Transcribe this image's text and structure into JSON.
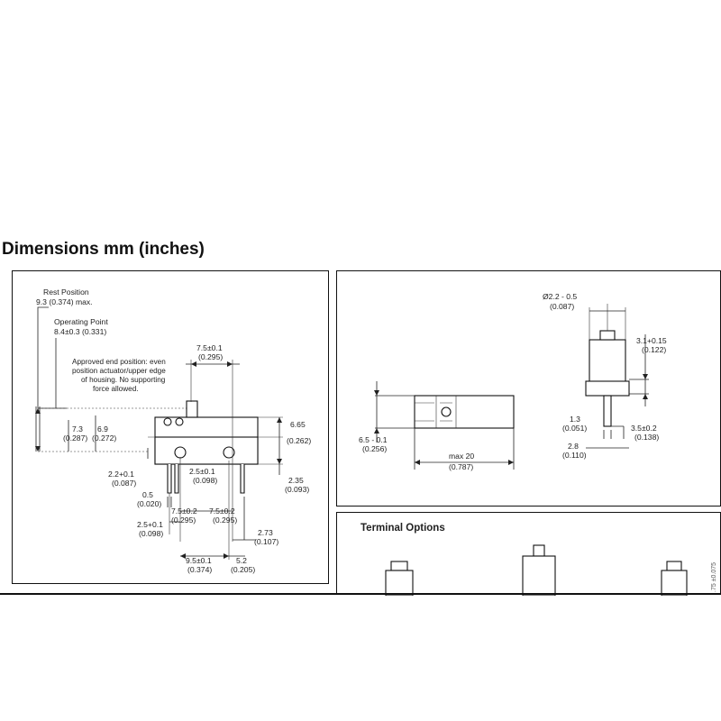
{
  "heading": "Dimensions mm (inches)",
  "side_view": {
    "rest_position": "Rest Position",
    "rest_value": "9.3 (0.374) max.",
    "operating_point": "Operating Point",
    "operating_value": "8.4±0.3 (0.331)",
    "note": [
      "Approved end position: even",
      "position actuator/upper edge",
      "of housing.  No supporting",
      "force allowed."
    ],
    "dims": {
      "d1_a": "7.5±0.1",
      "d1_b": "(0.295)",
      "d2_a": "7.3",
      "d2_b": "(0.287)",
      "d3_a": "6.9",
      "d3_b": "(0.272)",
      "d4_a": "6.65",
      "d4_b": "(0.262)",
      "d5_a": "2.2+0.1",
      "d5_b": "(0.087)",
      "d6_a": "2.5±0.1",
      "d6_b": "(0.098)",
      "d7_a": "2.35",
      "d7_b": "(0.093)",
      "d8_a": "0.5",
      "d8_b": "(0.020)",
      "d9_a": "7.5±0.2",
      "d9_b": "(0.295)",
      "d10_a": "7.5±0.2",
      "d10_b": "(0.295)",
      "d11_a": "2.5+0.1",
      "d11_b": "(0.098)",
      "d12_a": "2.73",
      "d12_b": "(0.107)",
      "d13_a": "9.5±0.1",
      "d13_b": "(0.374)",
      "d14_a": "5.2",
      "d14_b": "(0.205)"
    }
  },
  "front_view": {
    "dims": {
      "e1_a": "Ø2.2 - 0.5",
      "e1_b": "(0.087)",
      "e2_a": "3.1+0.15",
      "e2_b": "(0.122)",
      "e3_a": "6.5 - 0.1",
      "e3_b": "(0.256)",
      "e4_a": "1.3",
      "e4_b": "(0.051)",
      "e5_a": "3.5±0.2",
      "e5_b": "(0.138)",
      "e6_a": "2.8",
      "e6_b": "(0.110)",
      "e7_a": "max 20",
      "e7_b": "(0.787)"
    }
  },
  "terminal_options": {
    "title": "Terminal Options",
    "side_note": ".75 ±0.075"
  }
}
